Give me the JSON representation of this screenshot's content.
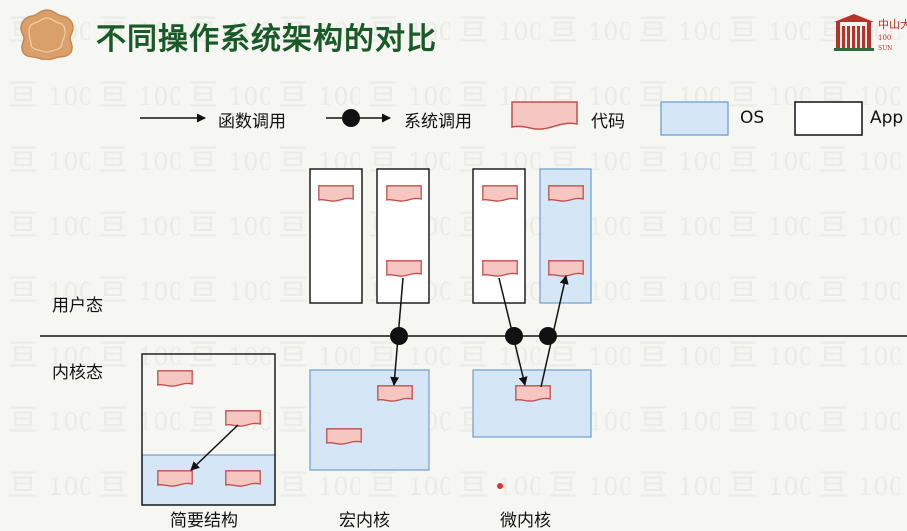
{
  "header": {
    "title": "不同操作系统架构的对比",
    "logo_text": "中山大学"
  },
  "legend": {
    "function_call": "函数调用",
    "system_call": "系统调用",
    "code": "代码",
    "os": "OS",
    "app": "App"
  },
  "modes": {
    "user": "用户态",
    "kernel": "内核态"
  },
  "captions": {
    "simple": "简要结构",
    "macro": "宏内核",
    "micro": "微内核"
  },
  "colors": {
    "title": "#1a5a28",
    "os_fill": "#d5e6f7",
    "os_stroke": "#6f9fcf",
    "code_fill": "#f6c6c0",
    "code_stroke": "#c0504d",
    "logo": "#d9a06b"
  }
}
